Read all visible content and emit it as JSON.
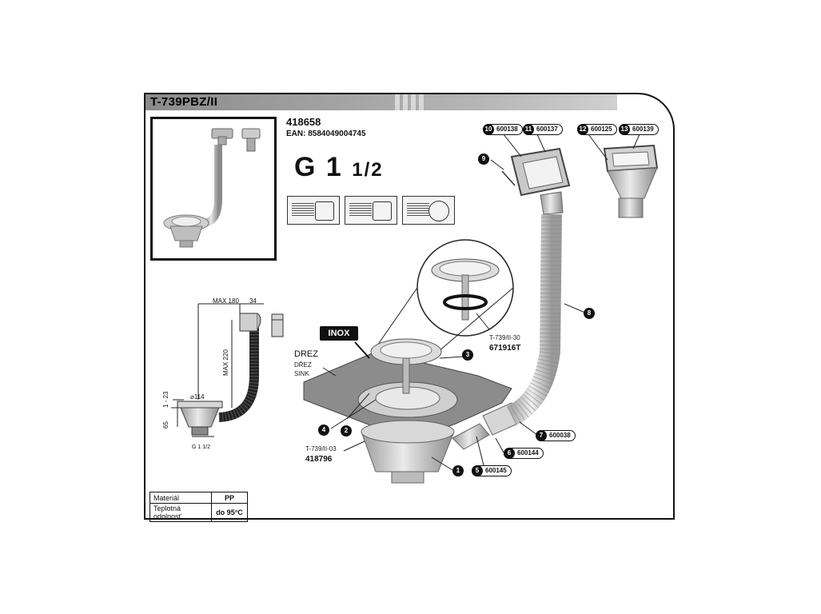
{
  "title": "T-739PBZ/II",
  "product": {
    "code": "418658",
    "ean": "EAN: 8584049004745",
    "size_main": "G 1",
    "size_frac": "1/2"
  },
  "inox_label": "INOX",
  "sink_label": {
    "cz": "DREZ",
    "sk": "DŘEZ",
    "en": "SINK"
  },
  "insert": {
    "name": "T-739/II-30",
    "code": "671916T"
  },
  "body_part": {
    "name": "T-739/II-03",
    "code": "418796"
  },
  "parts": [
    {
      "num": "1",
      "code": ""
    },
    {
      "num": "2",
      "code": ""
    },
    {
      "num": "3",
      "code": ""
    },
    {
      "num": "4",
      "code": ""
    },
    {
      "num": "5",
      "code": "600145"
    },
    {
      "num": "6",
      "code": "600144"
    },
    {
      "num": "7",
      "code": "600038"
    },
    {
      "num": "8",
      "code": ""
    },
    {
      "num": "9",
      "code": ""
    },
    {
      "num": "10",
      "code": "600138"
    },
    {
      "num": "11",
      "code": "600137"
    },
    {
      "num": "12",
      "code": "600125"
    },
    {
      "num": "13",
      "code": "600139"
    }
  ],
  "dimensions": {
    "max180": "MAX 180",
    "d34": "34",
    "max220": "MAX 220",
    "d114": "⌀114",
    "d123": "1 - 23",
    "d65": "65",
    "g112": "G 1 1/2"
  },
  "spec_table": [
    {
      "key": "Materiál",
      "value": "PP"
    },
    {
      "key": "Teplotná odolnosť",
      "value": "do 95°C"
    }
  ],
  "colors": {
    "accent": "#111111",
    "header_gradient": "#8a8a8a",
    "sink_fill": "#8c8c8c",
    "metal": "#c8c8c8"
  }
}
